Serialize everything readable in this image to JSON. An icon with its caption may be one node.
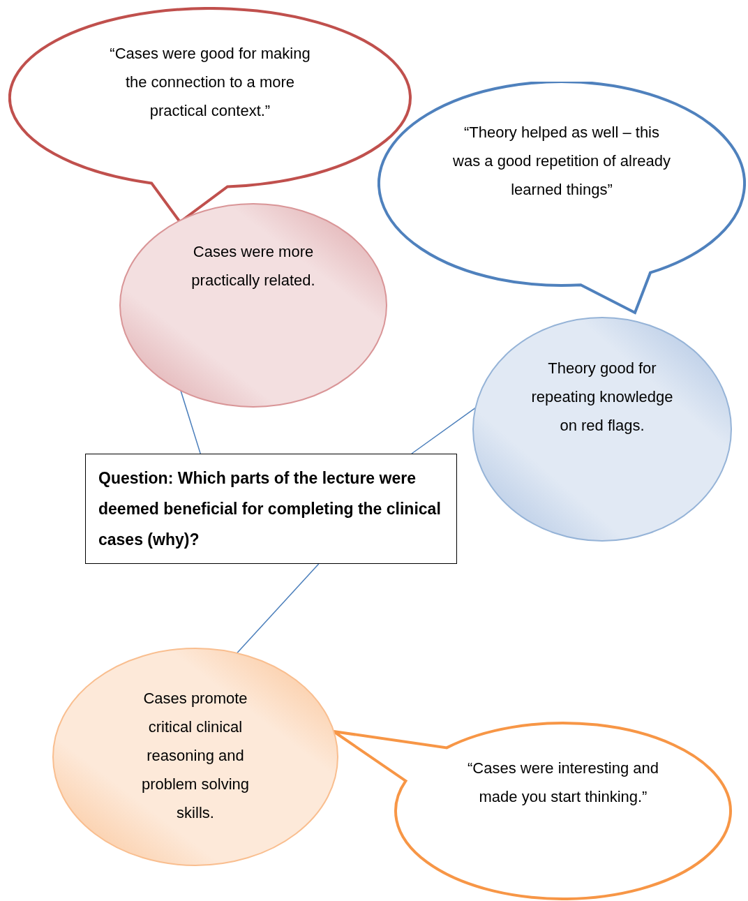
{
  "diagram": {
    "nodes": [
      {
        "text": [
          "Question: Which parts of the lecture were deemed beneficial for completing the clinical cases (why)?"
        ]
      },
      {
        "text": [
          "Cases were more practically related."
        ]
      },
      {
        "text": [
          "“Cases were good for making the connection to a more practical context.”"
        ]
      },
      {
        "text": [
          "Theory good for repeating knowledge on red flags."
        ]
      },
      {
        "text": [
          "“Theory helped as well – this was a good repetition of already learned things”"
        ]
      },
      {
        "text": [
          "Cases promote critical clinical reasoning and problem solving skills."
        ]
      },
      {
        "text": [
          "“Cases were interesting and made you start thinking.”"
        ]
      }
    ],
    "edges": [
      {
        "from": 0,
        "to": 1,
        "arrow": "none"
      },
      {
        "from": 0,
        "to": 3,
        "arrow": "none"
      },
      {
        "from": 0,
        "to": 5,
        "arrow": "none"
      }
    ]
  }
}
